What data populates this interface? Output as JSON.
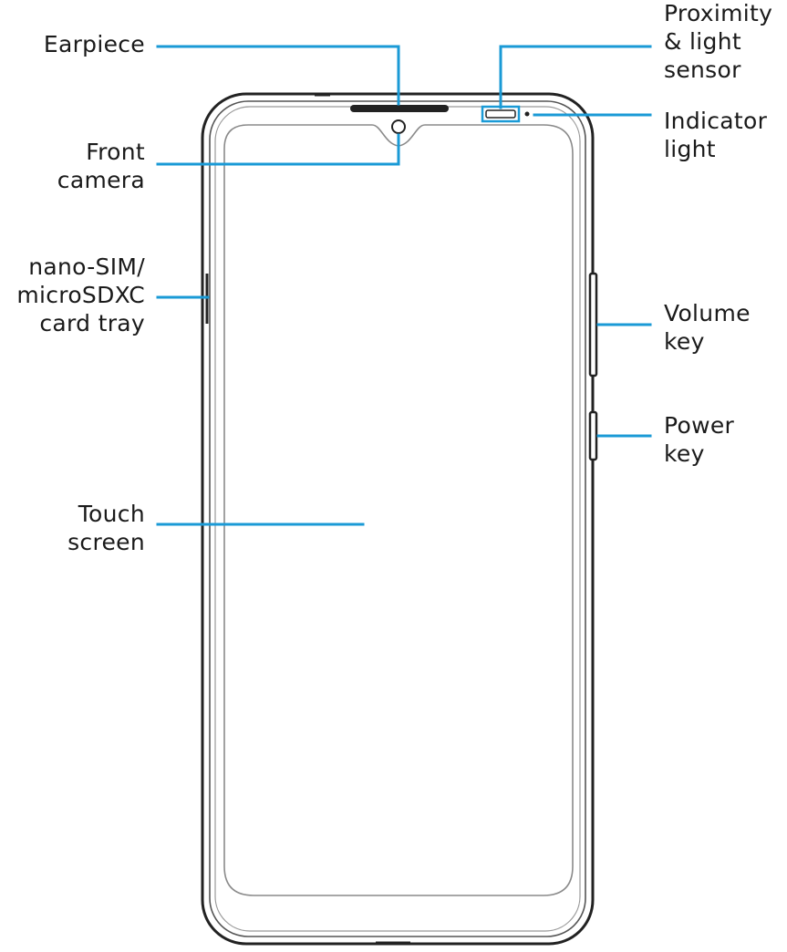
{
  "colors": {
    "leader": "#1a9ad6",
    "outline": "#222222",
    "inner_outline": "#8a8a8a",
    "text": "#1a1a1a"
  },
  "labels": {
    "earpiece": {
      "lines": [
        "Earpiece"
      ]
    },
    "front_camera": {
      "lines": [
        "Front",
        "camera"
      ]
    },
    "sim_tray": {
      "lines": [
        "nano-SIM/",
        "microSDXC",
        "card tray"
      ]
    },
    "touch_screen": {
      "lines": [
        "Touch",
        "screen"
      ]
    },
    "proximity_sensor": {
      "lines": [
        "Proximity",
        "& light",
        "sensor"
      ]
    },
    "indicator_light": {
      "lines": [
        "Indicator",
        "light"
      ]
    },
    "volume_key": {
      "lines": [
        "Volume",
        "key"
      ]
    },
    "power_key": {
      "lines": [
        "Power",
        "key"
      ]
    }
  }
}
